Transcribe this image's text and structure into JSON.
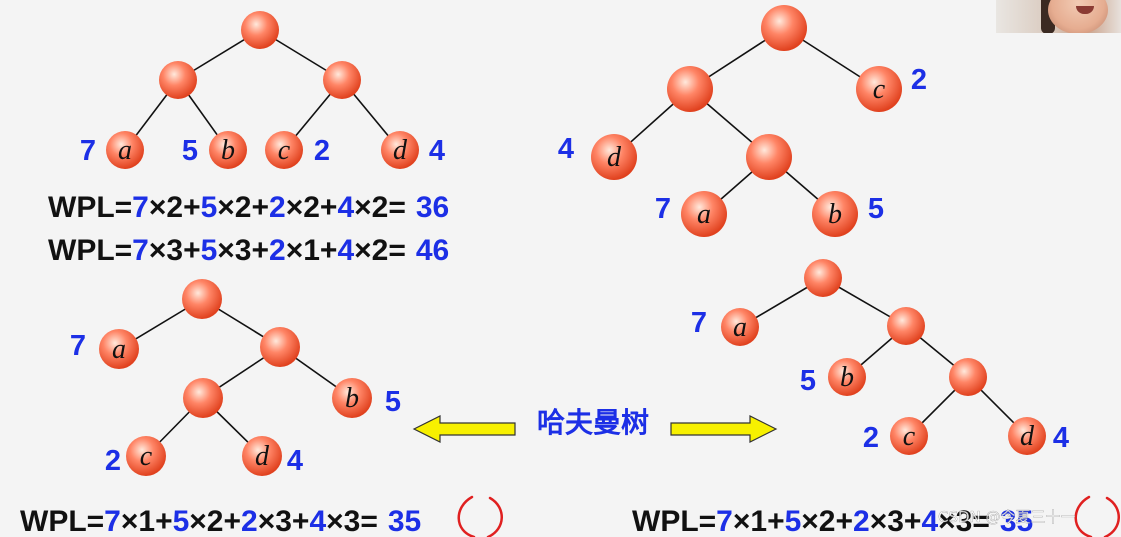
{
  "colors": {
    "node_light": "#ffe9dc",
    "node_mid": "#ff8566",
    "node_dark": "#e0411e",
    "weight_blue": "#1c2fe6",
    "text_black": "#111111",
    "arrow_yellow": "#f7f000",
    "circle_red": "#e02020"
  },
  "trees": [
    {
      "id": "tree1",
      "leaves": [
        {
          "letter": "a",
          "weight": "7"
        },
        {
          "letter": "b",
          "weight": "5"
        },
        {
          "letter": "c",
          "weight": "2"
        },
        {
          "letter": "d",
          "weight": "4"
        }
      ]
    },
    {
      "id": "tree2",
      "leaves": [
        {
          "letter": "c",
          "weight": "2"
        },
        {
          "letter": "d",
          "weight": "4"
        },
        {
          "letter": "a",
          "weight": "7"
        },
        {
          "letter": "b",
          "weight": "5"
        }
      ]
    },
    {
      "id": "tree3",
      "leaves": [
        {
          "letter": "a",
          "weight": "7"
        },
        {
          "letter": "b",
          "weight": "5"
        },
        {
          "letter": "c",
          "weight": "2"
        },
        {
          "letter": "d",
          "weight": "4"
        }
      ]
    },
    {
      "id": "tree4",
      "leaves": [
        {
          "letter": "a",
          "weight": "7"
        },
        {
          "letter": "b",
          "weight": "5"
        },
        {
          "letter": "c",
          "weight": "2"
        },
        {
          "letter": "d",
          "weight": "4"
        }
      ]
    }
  ],
  "formulas": [
    {
      "id": "wpl1",
      "parts": [
        [
          "WPL=",
          "k"
        ],
        [
          "7",
          "b"
        ],
        [
          "×2+",
          "k"
        ],
        [
          "5",
          "b"
        ],
        [
          "×2+",
          "k"
        ],
        [
          "2",
          "b"
        ],
        [
          "×2+",
          "k"
        ],
        [
          "4",
          "b"
        ],
        [
          "×2=",
          "k"
        ]
      ],
      "result": "36",
      "circled": false
    },
    {
      "id": "wpl2",
      "parts": [
        [
          "WPL=",
          "k"
        ],
        [
          "7",
          "b"
        ],
        [
          "×3+",
          "k"
        ],
        [
          "5",
          "b"
        ],
        [
          "×3+",
          "k"
        ],
        [
          "2",
          "b"
        ],
        [
          "×1+",
          "k"
        ],
        [
          "4",
          "b"
        ],
        [
          "×2=",
          "k"
        ]
      ],
      "result": "46",
      "circled": false
    },
    {
      "id": "wpl3",
      "parts": [
        [
          "WPL=",
          "k"
        ],
        [
          "7",
          "b"
        ],
        [
          "×1+",
          "k"
        ],
        [
          "5",
          "b"
        ],
        [
          "×2+",
          "k"
        ],
        [
          "2",
          "b"
        ],
        [
          "×3+",
          "k"
        ],
        [
          "4",
          "b"
        ],
        [
          "×3=",
          "k"
        ]
      ],
      "result": "35",
      "circled": true
    },
    {
      "id": "wpl4",
      "parts": [
        [
          "WPL=",
          "k"
        ],
        [
          "7",
          "b"
        ],
        [
          "×1+",
          "k"
        ],
        [
          "5",
          "b"
        ],
        [
          "×2+",
          "k"
        ],
        [
          "2",
          "b"
        ],
        [
          "×3+",
          "k"
        ],
        [
          "4",
          "b"
        ],
        [
          "×3=",
          "k"
        ]
      ],
      "result": "35",
      "circled": true
    }
  ],
  "center_label": "哈夫曼树",
  "watermark": "CSDN @今夏三十一"
}
